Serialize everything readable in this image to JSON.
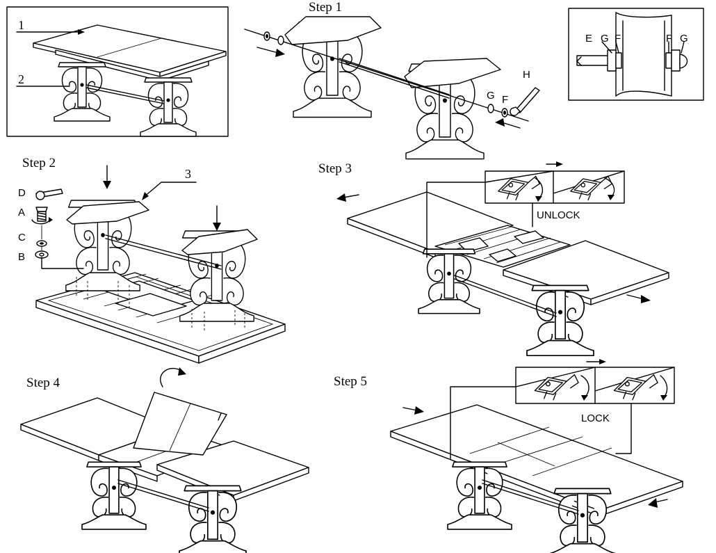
{
  "steps": {
    "s1": "Step 1",
    "s2": "Step 2",
    "s3": "Step 3",
    "s4": "Step 4",
    "s5": "Step 5"
  },
  "parts": {
    "p1": "1",
    "p2": "2",
    "p3": "3",
    "A": "A",
    "B": "B",
    "C": "C",
    "D": "D",
    "E": "E",
    "F": "F",
    "G": "G",
    "H": "H"
  },
  "callouts": {
    "unlock": "UNLOCK",
    "lock": "LOCK"
  }
}
